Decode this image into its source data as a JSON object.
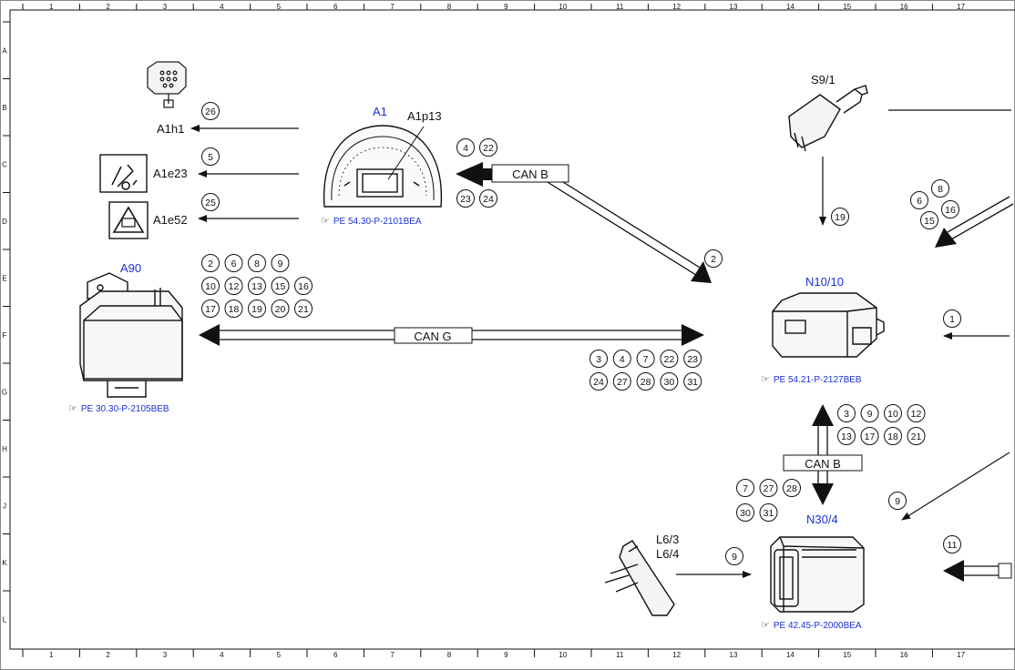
{
  "grid": {
    "columns": [
      "1",
      "2",
      "3",
      "4",
      "5",
      "6",
      "7",
      "8",
      "9",
      "10",
      "11",
      "12",
      "13",
      "14",
      "15",
      "16",
      "17"
    ],
    "rows": [
      "A",
      "B",
      "C",
      "D",
      "E",
      "F",
      "G",
      "H",
      "J",
      "K",
      "L"
    ]
  },
  "components": {
    "a1h1": {
      "name": "A1h1",
      "circle": "26"
    },
    "a1e23": {
      "name": "A1e23",
      "circle": "5"
    },
    "a1e52": {
      "name": "A1e52",
      "circle": "25"
    },
    "a1": {
      "name": "A1",
      "sub": "A1p13",
      "ref": "PE 54.30-P-2101BEA"
    },
    "a90": {
      "name": "A90",
      "ref": "PE 30.30-P-2105BEB"
    },
    "s9_1": {
      "name": "S9/1",
      "circle": "19"
    },
    "n10_10": {
      "name": "N10/10",
      "ref": "PE 54.21-P-2127BEB"
    },
    "n30_4": {
      "name": "N30/4",
      "ref": "PE 42.45-P-2000BEA"
    },
    "l6": {
      "name1": "L6/3",
      "name2": "L6/4",
      "circle": "9"
    }
  },
  "buses": {
    "can_b_top": {
      "label": "CAN B",
      "circles_left": [
        "4",
        "22",
        "23",
        "24"
      ],
      "circle_right": "2"
    },
    "can_g": {
      "label": "CAN G",
      "circles_left": [
        [
          "2",
          "6",
          "8",
          "9"
        ],
        [
          "10",
          "12",
          "13",
          "15",
          "16"
        ],
        [
          "17",
          "18",
          "19",
          "20",
          "21"
        ]
      ],
      "circles_right": [
        [
          "3",
          "4",
          "7",
          "22",
          "23"
        ],
        [
          "24",
          "27",
          "28",
          "30",
          "31"
        ]
      ]
    },
    "can_b_vertical": {
      "label": "CAN B",
      "circles_upper": [
        [
          "3",
          "9",
          "10",
          "12"
        ],
        [
          "13",
          "17",
          "18",
          "21"
        ]
      ],
      "circles_lower": [
        [
          "7",
          "27",
          "28"
        ],
        [
          "30",
          "31"
        ]
      ]
    }
  },
  "right_edge": {
    "group": [
      "6",
      "8",
      "16",
      "15"
    ],
    "circle_1": "1",
    "circle_9": "9",
    "circle_11": "11"
  }
}
